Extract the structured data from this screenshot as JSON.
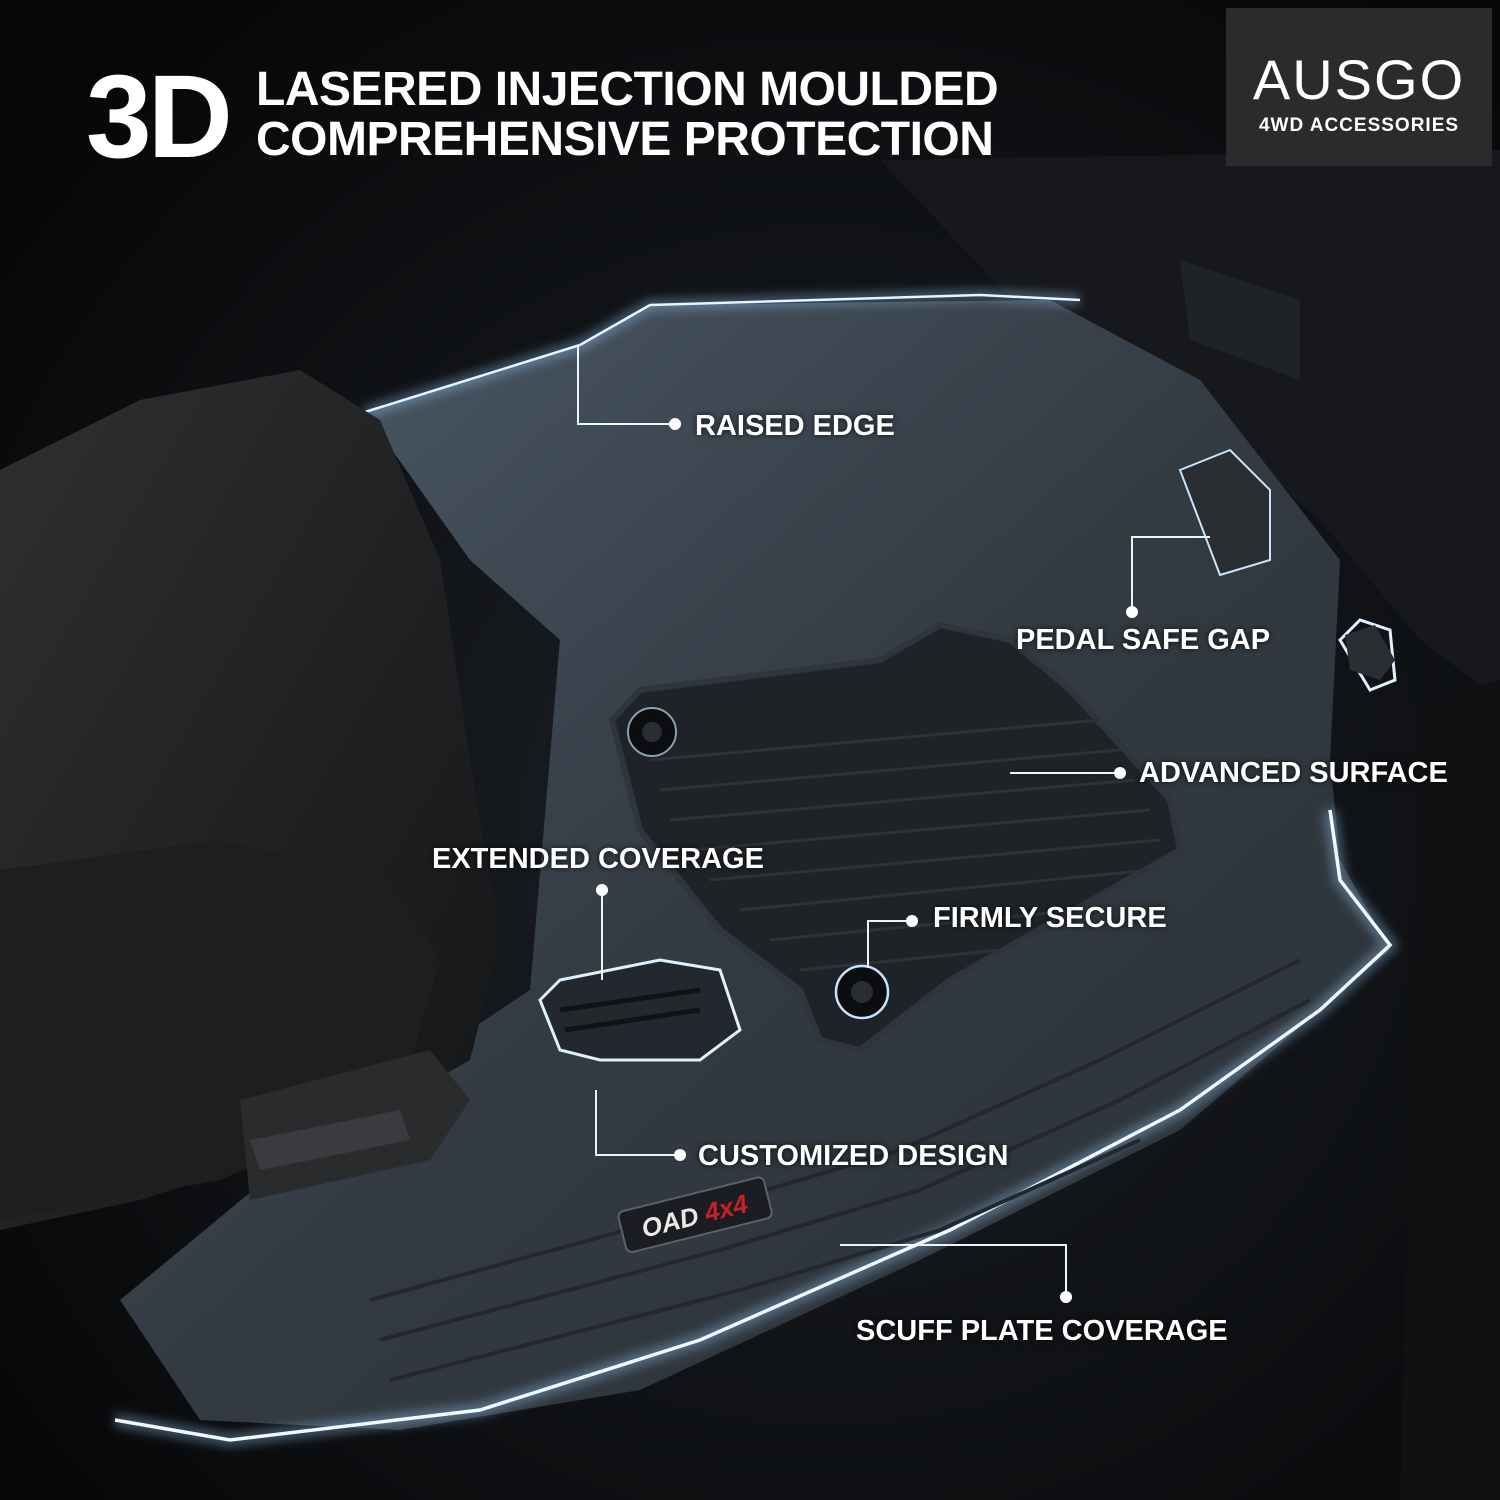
{
  "headline": {
    "big": "3D",
    "line1": "LASERED INJECTION MOULDED",
    "line2": "COMPREHENSIVE PROTECTION"
  },
  "logo": {
    "name": "AUSGO",
    "subtitle": "4WD ACCESSORIES"
  },
  "callouts": {
    "raised_edge": "RAISED EDGE",
    "pedal_safe_gap": "PEDAL SAFE GAP",
    "advanced_surface": "ADVANCED SURFACE",
    "extended_coverage": "EXTENDED COVERAGE",
    "firmly_secure": "FIRMLY SECURE",
    "customized_design": "CUSTOMIZED DESIGN",
    "scuff_plate_coverage": "SCUFF PLATE COVERAGE"
  },
  "mat_badge": "OAD4x4",
  "colors": {
    "background": "#0b0c0e",
    "mat": "#3a434c",
    "glow": "#cfe8ff",
    "badge_red": "#c8202a",
    "logo_box": "#2a2b2d"
  }
}
